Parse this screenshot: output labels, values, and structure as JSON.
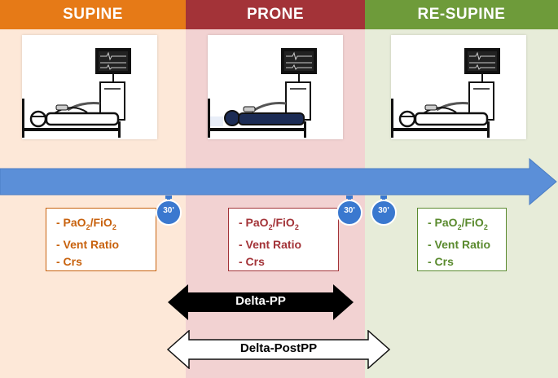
{
  "phases": [
    {
      "title": "SUPINE",
      "header_color": "#e67a17",
      "bg_color": "#fde8d8",
      "text_color": "#c8620e"
    },
    {
      "title": "PRONE",
      "header_color": "#a33338",
      "bg_color": "#f2d2d2",
      "text_color": "#a33338"
    },
    {
      "title": "RE-SUPINE",
      "header_color": "#6e9b3a",
      "bg_color": "#e7ecd9",
      "text_color": "#5a8a2e"
    }
  ],
  "callouts": [
    {
      "line1_prefix": "- PaO",
      "sub1": "2",
      "mid": "/FiO",
      "sub2": "2",
      "line2": "- Vent Ratio",
      "line3": "- Crs"
    },
    {
      "line1_prefix": "- PaO",
      "sub1": "2",
      "mid": "/FiO",
      "sub2": "2",
      "line2": "- Vent Ratio",
      "line3": "- Crs"
    },
    {
      "line1_prefix": "- PaO",
      "sub1": "2",
      "mid": "/FiO",
      "sub2": "2",
      "line2": "- Vent Ratio",
      "line3": "- Crs"
    }
  ],
  "timers": [
    "30'",
    "30'",
    "30'"
  ],
  "deltas": {
    "pp": "Delta-PP",
    "postpp": "Delta-PostPP"
  },
  "colors": {
    "timeline": "#5b8fd8",
    "timer": "#3a78cf"
  }
}
